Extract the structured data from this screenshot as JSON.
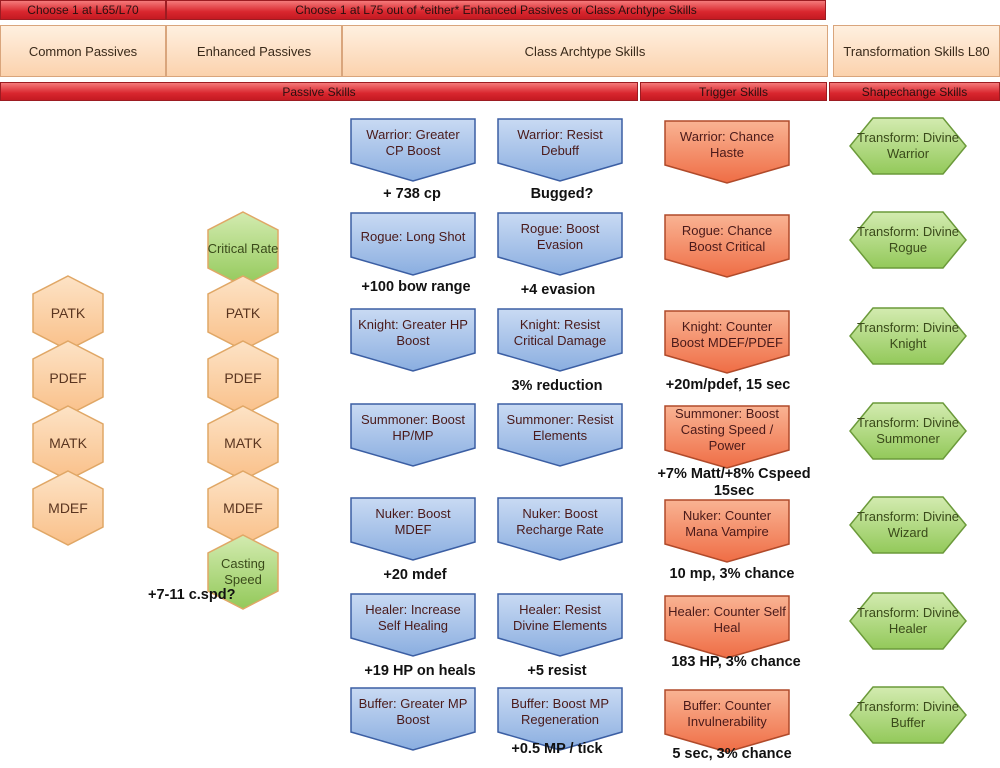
{
  "header_top": {
    "left": "Choose 1 at L65/L70",
    "right": "Choose 1 at L75 out of *either* Enhanced Passives or Class Archtype Skills"
  },
  "columns": {
    "common": "Common Passives",
    "enhanced": "Enhanced Passives",
    "archtype": "Class Archtype Skills",
    "transformation": "Transformation Skills L80"
  },
  "subheaders": {
    "passive": "Passive Skills",
    "trigger": "Trigger Skills",
    "shapechange": "Shapechange Skills"
  },
  "common_passives": [
    "PATK",
    "PDEF",
    "MATK",
    "MDEF"
  ],
  "enhanced_passives": [
    "Critical Rate",
    "PATK",
    "PDEF",
    "MATK",
    "MDEF",
    "Casting Speed"
  ],
  "enhanced_note": "+7-11 c.spd?",
  "classes": [
    {
      "passive1": "Warrior: Greater CP Boost",
      "note1": "+ 738 cp",
      "passive2": "Warrior: Resist Debuff",
      "note2": "Bugged?",
      "trigger": "Warrior: Chance Haste",
      "trigger_note": "",
      "transform": "Transform: Divine Warrior"
    },
    {
      "passive1": "Rogue: Long Shot",
      "note1": "+100 bow range",
      "passive2": "Rogue: Boost Evasion",
      "note2": "+4 evasion",
      "trigger": "Rogue: Chance Boost Critical",
      "trigger_note": "",
      "transform": "Transform: Divine Rogue"
    },
    {
      "passive1": "Knight: Greater HP Boost",
      "note1": "",
      "passive2": "Knight: Resist Critical Damage",
      "note2": "3% reduction",
      "trigger": "Knight: Counter Boost MDEF/PDEF",
      "trigger_note": "+20m/pdef, 15 sec",
      "transform": "Transform: Divine Knight"
    },
    {
      "passive1": "Summoner: Boost HP/MP",
      "note1": "",
      "passive2": "Summoner: Resist Elements",
      "note2": "",
      "trigger": "Summoner: Boost Casting Speed / Power",
      "trigger_note": "+7% Matt/+8% Cspeed 15sec",
      "transform": "Transform: Divine Summoner"
    },
    {
      "passive1": "Nuker: Boost MDEF",
      "note1": "+20 mdef",
      "passive2": "Nuker: Boost Recharge Rate",
      "note2": "",
      "trigger": "Nuker: Counter Mana Vampire",
      "trigger_note": "10 mp, 3% chance",
      "transform": "Transform: Divine Wizard"
    },
    {
      "passive1": "Healer: Increase Self Healing",
      "note1": "+19 HP on heals",
      "passive2": "Healer: Resist Divine Elements",
      "note2": "+5 resist",
      "trigger": "Healer: Counter Self Heal",
      "trigger_note": "183 HP, 3% chance",
      "transform": "Transform: Divine Healer"
    },
    {
      "passive1": "Buffer: Greater MP Boost",
      "note1": "",
      "passive2": "Buffer: Boost MP Regeneration",
      "note2": "+0.5 MP / tick",
      "trigger": "Buffer: Counter Invulnerability",
      "trigger_note": "5 sec, 3% chance",
      "transform": "Transform: Divine Buffer"
    }
  ],
  "colors": {
    "header_red": "#d9262e",
    "header_orange": "#fbd2ad",
    "hex_orange": "#fcd3a8",
    "hex_green": "#a9d86e",
    "blue_shield": "#a9c3ea",
    "orange_shield": "#f48a62"
  }
}
